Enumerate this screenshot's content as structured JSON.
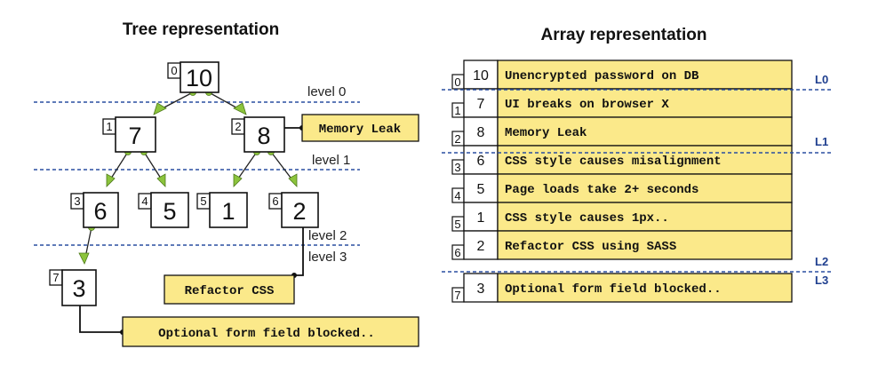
{
  "tree": {
    "title": "Tree representation",
    "levels": [
      {
        "id": "level0",
        "label": "level 0"
      },
      {
        "id": "level1",
        "label": "level 1"
      },
      {
        "id": "level2",
        "label": "level 2"
      },
      {
        "id": "level3",
        "label": "level 3"
      }
    ],
    "nodes": [
      {
        "index": "0",
        "value": "10"
      },
      {
        "index": "1",
        "value": "7"
      },
      {
        "index": "2",
        "value": "8"
      },
      {
        "index": "3",
        "value": "6"
      },
      {
        "index": "4",
        "value": "5"
      },
      {
        "index": "5",
        "value": "1"
      },
      {
        "index": "6",
        "value": "2"
      },
      {
        "index": "7",
        "value": "3"
      }
    ],
    "edges": [
      {
        "from": "0",
        "to": "1"
      },
      {
        "from": "0",
        "to": "2"
      },
      {
        "from": "1",
        "to": "3"
      },
      {
        "from": "1",
        "to": "4"
      },
      {
        "from": "2",
        "to": "5"
      },
      {
        "from": "2",
        "to": "6"
      },
      {
        "from": "3",
        "to": "7"
      }
    ],
    "labels": [
      {
        "node": "2",
        "text": "Memory Leak"
      },
      {
        "node": "6",
        "text": "Refactor CSS"
      },
      {
        "node": "7",
        "text": "Optional form field blocked.."
      }
    ]
  },
  "array": {
    "title": "Array representation",
    "rows": [
      {
        "index": "0",
        "value": "10",
        "text": "Unencrypted password on DB"
      },
      {
        "index": "1",
        "value": "7",
        "text": "UI breaks on browser X"
      },
      {
        "index": "2",
        "value": "8",
        "text": "Memory Leak"
      },
      {
        "index": "3",
        "value": "6",
        "text": "CSS style causes misalignment"
      },
      {
        "index": "4",
        "value": "5",
        "text": "Page loads take 2+ seconds"
      },
      {
        "index": "5",
        "value": "1",
        "text": "CSS style causes 1px.."
      },
      {
        "index": "6",
        "value": "2",
        "text": "Refactor CSS using SASS"
      },
      {
        "index": "7",
        "value": "3",
        "text": "Optional form field blocked.."
      }
    ],
    "level_markers": [
      {
        "id": "L0",
        "label": "L0"
      },
      {
        "id": "L1",
        "label": "L1"
      },
      {
        "id": "L2",
        "label": "L2"
      },
      {
        "id": "L3",
        "label": "L3"
      }
    ]
  },
  "colors": {
    "label_fill": "#fbe98a",
    "arrow_fill": "#8cc43c",
    "level_line": "#2a4fa0",
    "level_code": "#1f3f8f"
  }
}
